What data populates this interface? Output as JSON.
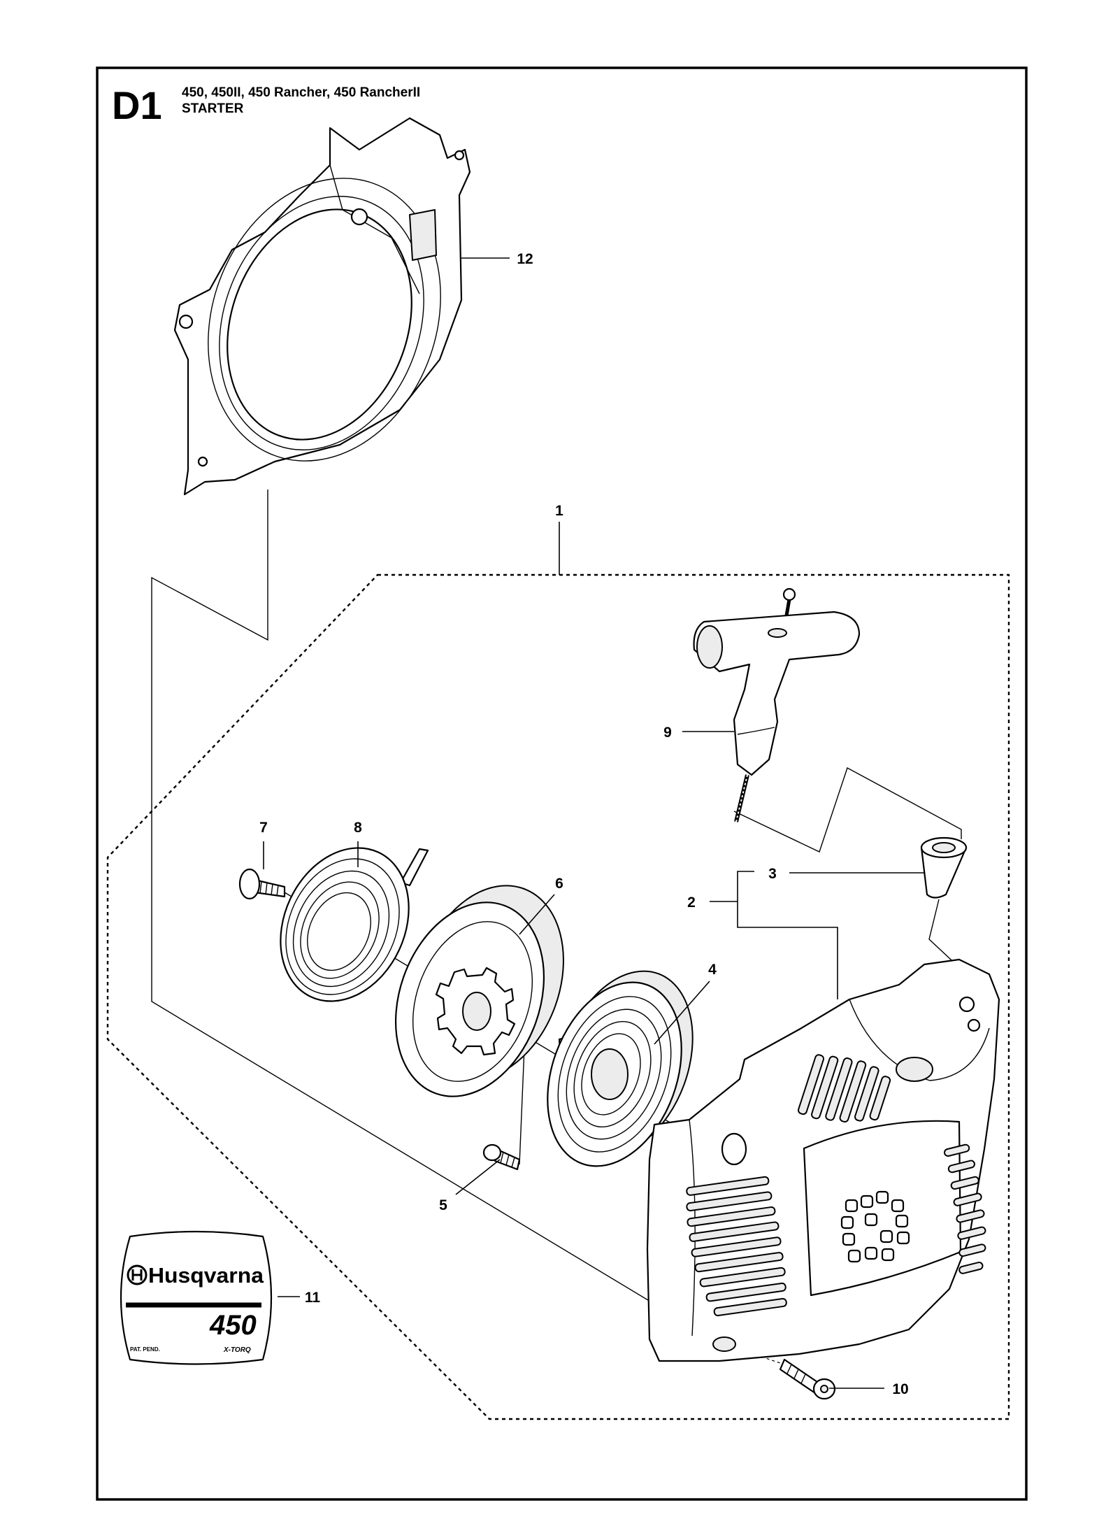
{
  "header": {
    "code": "D1",
    "models": "450, 450II, 450 Rancher, 450 RancherII",
    "title": "STARTER"
  },
  "callouts": [
    "1",
    "2",
    "3",
    "4",
    "5",
    "6",
    "7",
    "8",
    "9",
    "10",
    "11",
    "12"
  ],
  "decal": {
    "brand": "Husqvarna",
    "model": "450",
    "patent": "PAT. PEND.",
    "engine": "X-TORQ"
  },
  "colors": {
    "line": "#000000",
    "background": "#ffffff"
  }
}
